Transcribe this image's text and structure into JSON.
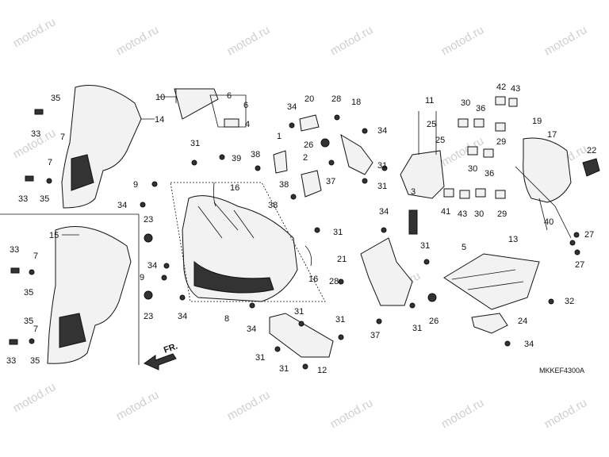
{
  "diagram": {
    "code": "MKKEF4300A",
    "direction_label": "FR.",
    "watermark": "motod.ru",
    "callouts": [
      "1",
      "2",
      "3",
      "4",
      "5",
      "6",
      "7",
      "8",
      "9",
      "10",
      "11",
      "12",
      "13",
      "14",
      "15",
      "16",
      "17",
      "18",
      "19",
      "20",
      "21",
      "22",
      "23",
      "24",
      "25",
      "26",
      "27",
      "28",
      "29",
      "30",
      "31",
      "32",
      "33",
      "34",
      "35",
      "36",
      "37",
      "38",
      "39",
      "40",
      "41",
      "42",
      "43"
    ]
  }
}
